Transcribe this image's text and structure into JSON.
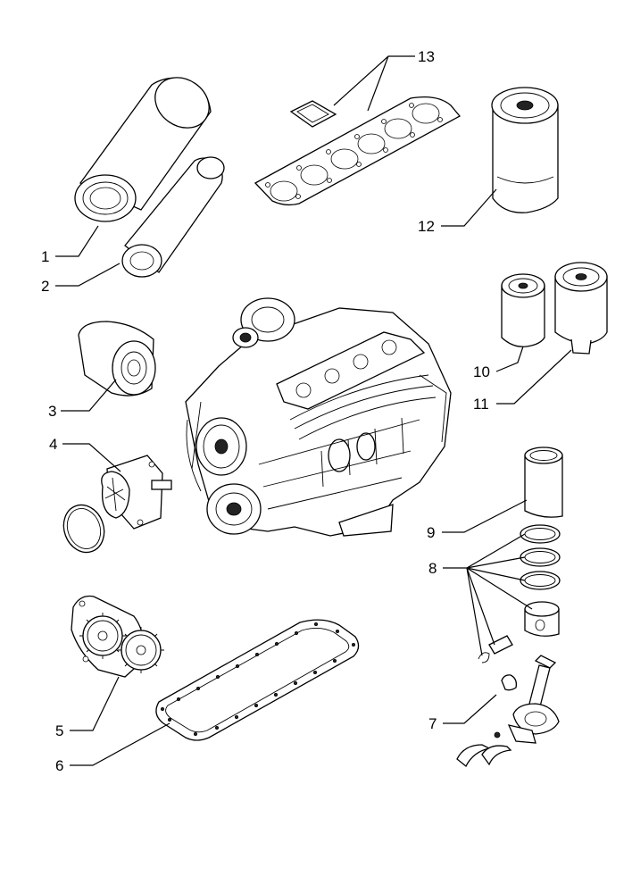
{
  "callouts": {
    "c1": "1",
    "c2": "2",
    "c3": "3",
    "c4": "4",
    "c5": "5",
    "c6": "6",
    "c7": "7",
    "c8": "8",
    "c9": "9",
    "c10": "10",
    "c11": "11",
    "c12": "12",
    "c13": "13"
  },
  "parts": {
    "p1": "outer-air-filter-icon",
    "p2": "inner-air-filter-icon",
    "p3": "filter-cartridge-icon",
    "p4": "water-pump-icon",
    "p5": "oil-pump-icon",
    "p6": "oil-pan-gasket-icon",
    "p7": "connecting-rod-icon",
    "p8": "piston-rings-icon",
    "p9": "cylinder-liner-icon",
    "p10": "fuel-filter-icon",
    "p11": "fuel-water-separator-icon",
    "p12": "oil-filter-icon",
    "p13": "head-gasket-icon",
    "engine": "engine-assembly-icon"
  }
}
